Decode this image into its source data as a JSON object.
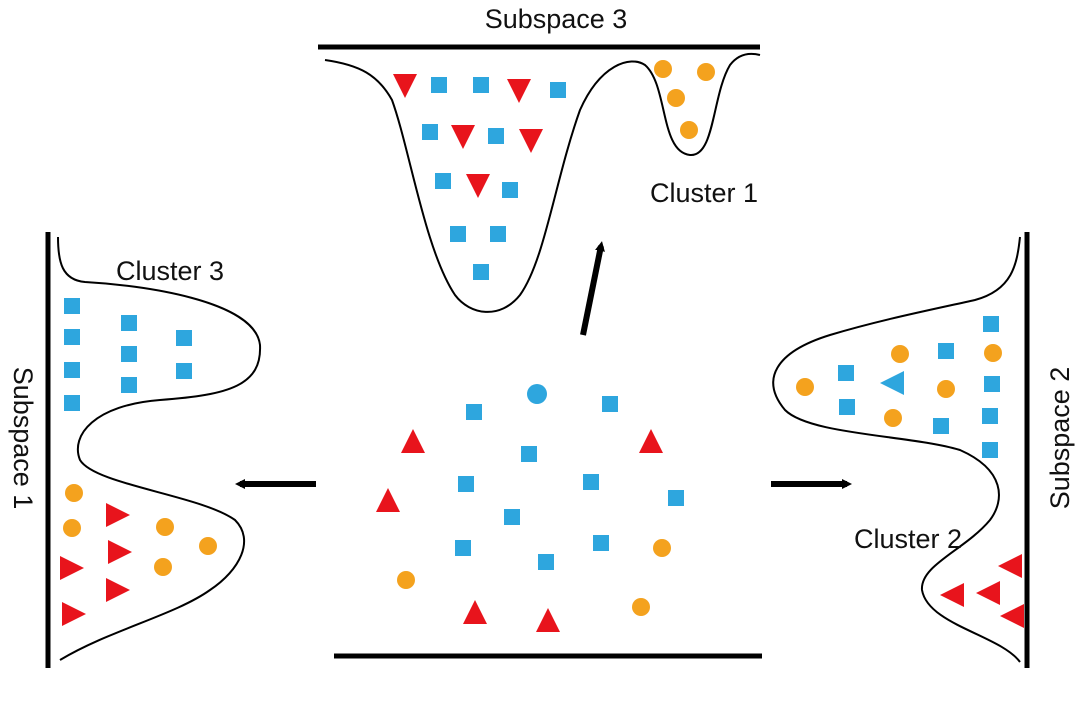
{
  "labels": {
    "subspace_top": "Subspace 3",
    "subspace_left": "Subspace 1",
    "subspace_right": "Subspace 2",
    "cluster_1": "Cluster 1",
    "cluster_2": "Cluster 2",
    "cluster_3": "Cluster 3"
  },
  "colors": {
    "square": "#2ea6de",
    "triangle": "#e8141c",
    "circle": "#f4a21e",
    "line": "#000000"
  }
}
